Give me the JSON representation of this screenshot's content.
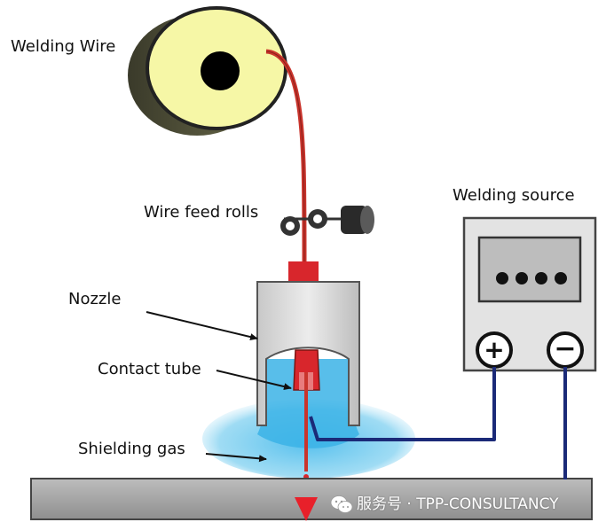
{
  "labels": {
    "welding_wire": "Welding Wire",
    "wire_feed_rolls": "Wire feed rolls",
    "welding_source": "Welding source",
    "nozzle": "Nozzle",
    "contact_tube": "Contact tube",
    "shielding_gas": "Shielding gas"
  },
  "source_terminals": {
    "positive": "+",
    "negative": "−"
  },
  "watermark": {
    "text": "服务号 · TPP-CONSULTANCY"
  },
  "colors": {
    "spool_face": "#f6f7a6",
    "spool_hub": "#000000",
    "wire": "#c9342c",
    "nozzle_body": "#dcdcdc",
    "gas": "#5fc4ec",
    "cable": "#1b2a78",
    "workpiece": "#a8a8a8",
    "weld_pool": "#e8202a"
  }
}
